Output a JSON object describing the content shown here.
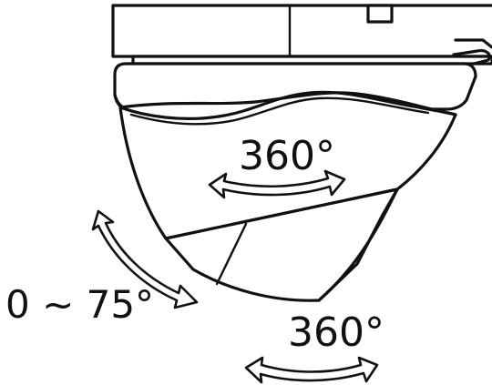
{
  "labels": {
    "pan_rotation": "360°",
    "tilt_range": "0 ~ 75°",
    "axial_rotation": "360°"
  }
}
